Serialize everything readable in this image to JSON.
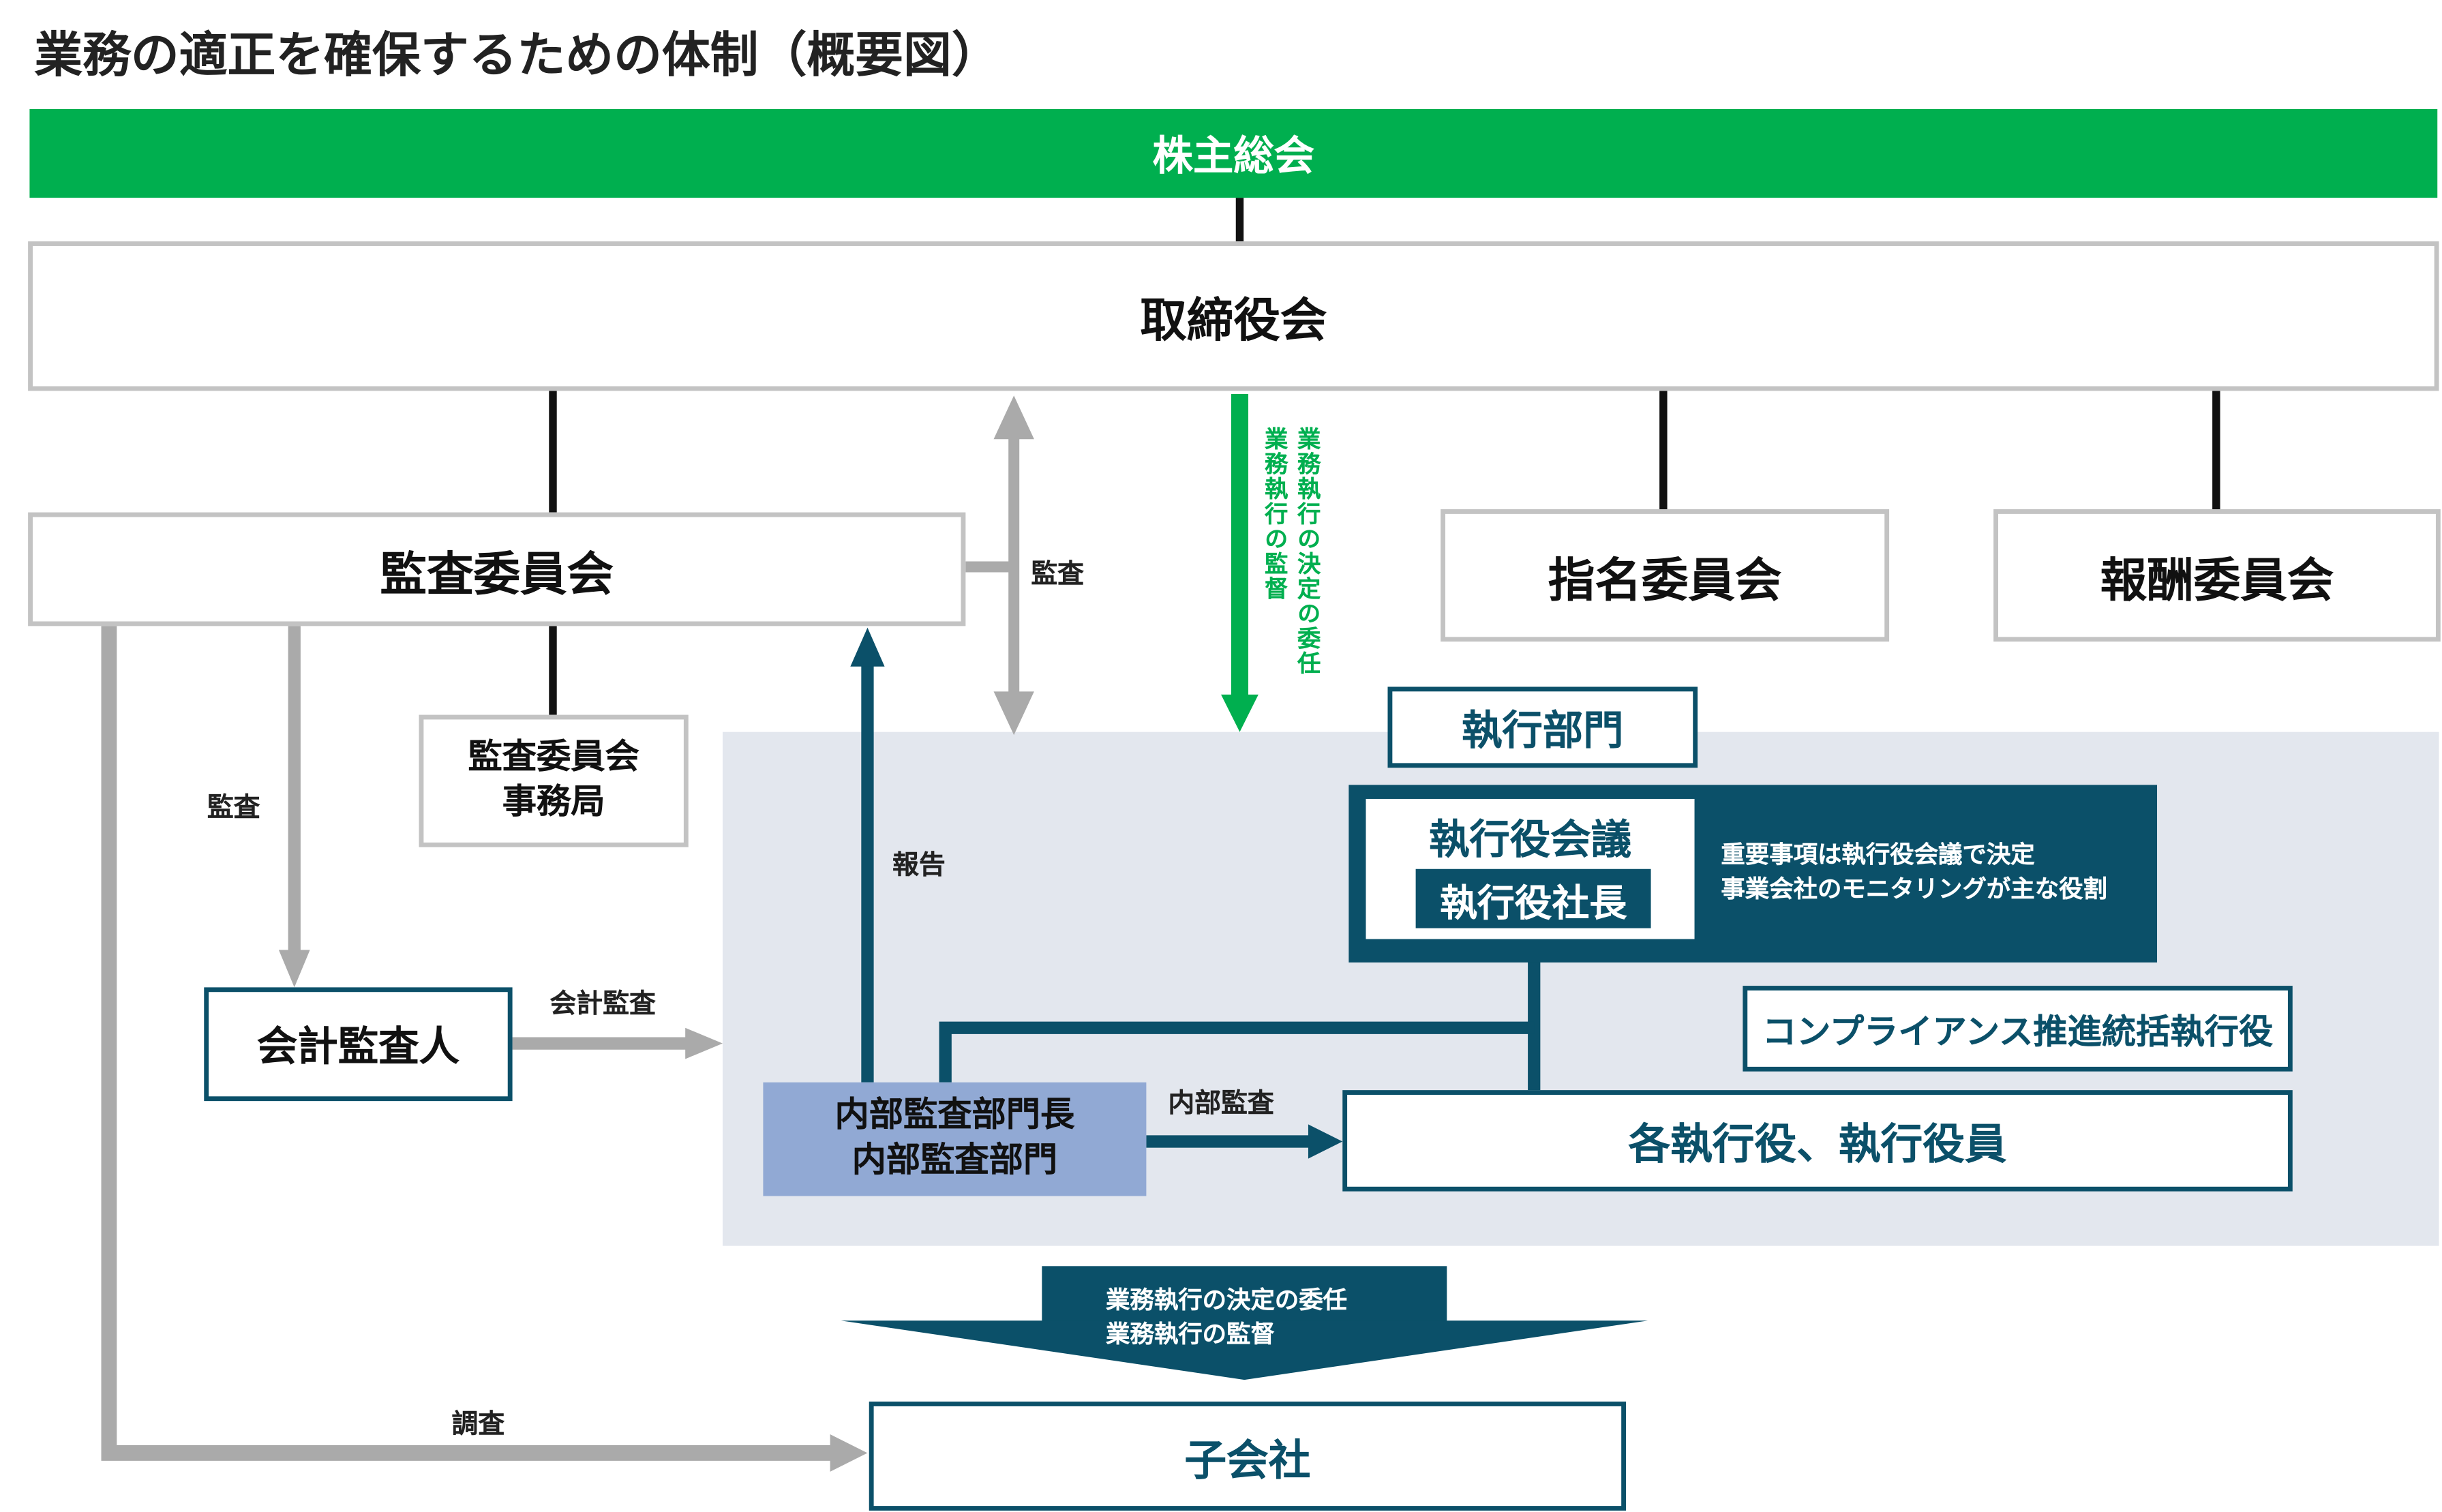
{
  "title": "業務の適正を確保するための体制（概要図）",
  "colors": {
    "green": "#00af4f",
    "teal": "#0b5069",
    "gray": "#c3c3c3",
    "panel": "#e3e7ee",
    "blue": "#91a9d4"
  },
  "nodes": {
    "shareholders": "株主総会",
    "board": "取締役会",
    "audit_committee": "監査委員会",
    "nomination_committee": "指名委員会",
    "compensation_committee": "報酬委員会",
    "audit_office": [
      "監査委員会",
      "事務局"
    ],
    "accounting_auditor": "会計監査人",
    "executive_division": "執行部門",
    "exec_meeting": "執行役会議",
    "president": "執行役社長",
    "exec_note": [
      "重要事項は執行役会議で決定",
      "事業会社のモニタリングが主な役割"
    ],
    "compliance": "コンプライアンス推進統括執行役",
    "officers": "各執行役、執行役員",
    "internal_audit": [
      "内部監査部門長",
      "内部監査部門"
    ],
    "subsidiaries": "子会社"
  },
  "edges": {
    "audit_board": "監査",
    "delegation_right": "業務執行の決定の委任",
    "delegation_left": "業務執行の監督",
    "audit_left": "監査",
    "report": "報告",
    "accounting_audit": "会計監査",
    "internal_audit": "内部監査",
    "investigation": "調査",
    "big_arrow": [
      "業務執行の決定の委任",
      "業務執行の監督"
    ]
  }
}
